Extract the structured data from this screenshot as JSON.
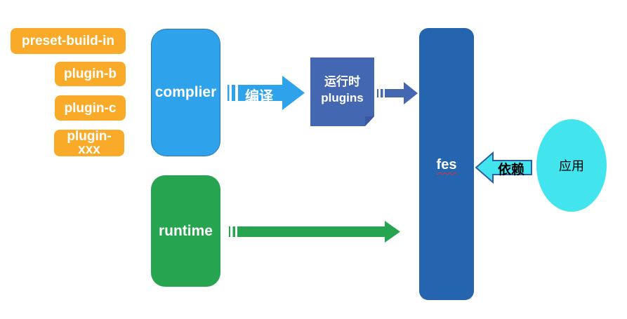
{
  "plugins": [
    {
      "label": "preset-build-in"
    },
    {
      "label": "plugin-b"
    },
    {
      "label": "plugin-c"
    },
    {
      "label": "plugin-xxx"
    }
  ],
  "nodes": {
    "complier": {
      "label": "complier"
    },
    "runtime": {
      "label": "runtime"
    },
    "runtime_plugins": {
      "line1": "运行时",
      "line2": "plugins"
    },
    "fes": {
      "label": "fes"
    },
    "app": {
      "label": "应用"
    }
  },
  "arrows": {
    "compile": {
      "label": "编译"
    },
    "depends": {
      "label": "依赖"
    }
  },
  "colors": {
    "plugin_orange": "#F9AA29",
    "compiler_blue": "#2EA3EB",
    "note_blue": "#4467B2",
    "note_fold_blue": "#3A58A5",
    "fes_blue": "#2565B0",
    "runtime_green": "#27A44F",
    "app_cyan": "#42E4EE",
    "depends_border": "#2E5FA3",
    "spellcheck_red": "#E0342B"
  }
}
